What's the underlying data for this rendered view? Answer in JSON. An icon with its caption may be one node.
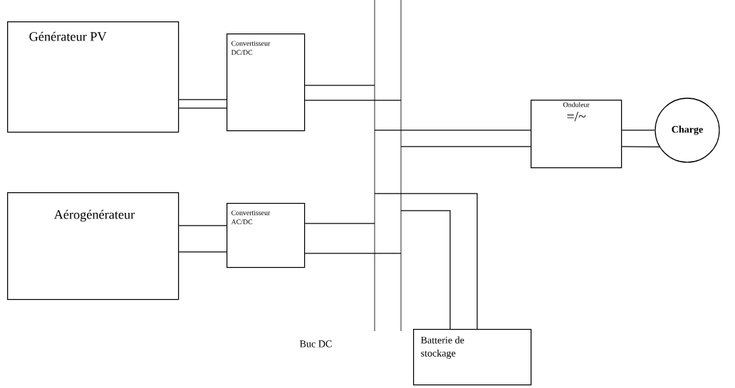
{
  "diagram": {
    "nodes": [
      {
        "text": [
          "Générateur    PV"
        ]
      },
      {
        "text": [
          "Convertisseur DC/DC"
        ]
      },
      {
        "text": [
          "Aérogénérateur"
        ]
      },
      {
        "text": [
          "Convertisseur AC/DC"
        ]
      },
      {
        "text": [
          "Onduleur",
          "=/~"
        ]
      },
      {
        "text": [
          "Charge"
        ]
      },
      {
        "text": [
          "Batterie de stockage"
        ]
      },
      {
        "text": [],
        "shape": "bar"
      },
      {
        "text": [],
        "shape": "bar"
      }
    ],
    "edges": [
      {
        "from": 0,
        "to": 1,
        "arrow": "none"
      },
      {
        "from": 0,
        "to": 1,
        "arrow": "none"
      },
      {
        "from": 1,
        "to": 7,
        "arrow": "none"
      },
      {
        "from": 1,
        "to": 8,
        "arrow": "none"
      },
      {
        "from": 2,
        "to": 3,
        "arrow": "none"
      },
      {
        "from": 2,
        "to": 3,
        "arrow": "none"
      },
      {
        "from": 3,
        "to": 7,
        "arrow": "none"
      },
      {
        "from": 3,
        "to": 8,
        "arrow": "none"
      },
      {
        "from": 7,
        "to": 4,
        "arrow": "none"
      },
      {
        "from": 8,
        "to": 4,
        "arrow": "none"
      },
      {
        "from": 4,
        "to": 5,
        "arrow": "none"
      },
      {
        "from": 4,
        "to": 5,
        "arrow": "none"
      },
      {
        "from": 7,
        "to": 6,
        "arrow": "none"
      },
      {
        "from": 8,
        "to": 6,
        "arrow": "none"
      }
    ],
    "labels": [
      "Buc DC"
    ]
  }
}
